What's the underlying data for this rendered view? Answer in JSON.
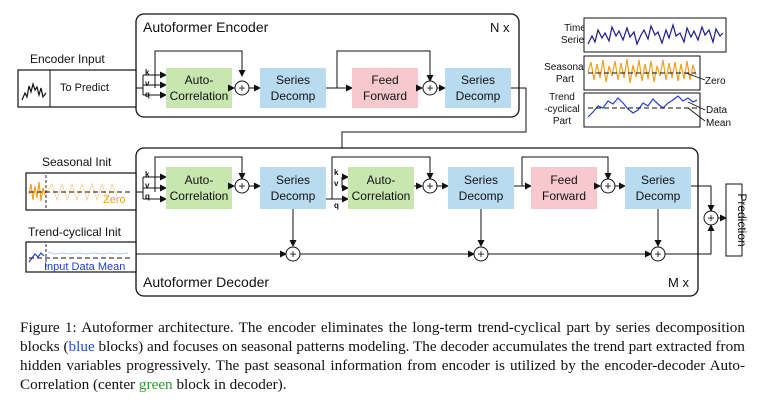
{
  "encoder": {
    "title": "Autoformer Encoder",
    "repeat": "N x",
    "input_label": "Encoder Input",
    "input_box_text": "To Predict",
    "blocks": [
      {
        "line1": "Auto-",
        "line2": "Correlation"
      },
      {
        "line1": "Series",
        "line2": "Decomp"
      },
      {
        "line1": "Feed",
        "line2": "Forward"
      },
      {
        "line1": "Series",
        "line2": "Decomp"
      }
    ],
    "ports": [
      "k",
      "v",
      "q"
    ]
  },
  "decoder": {
    "title": "Autoformer Decoder",
    "repeat": "M x",
    "seasonal_init_label": "Seasonal Init",
    "seasonal_init_text": "Zero",
    "trend_init_label": "Trend-cyclical Init",
    "trend_init_text": "Input Data Mean",
    "blocks": [
      {
        "line1": "Auto-",
        "line2": "Correlation"
      },
      {
        "line1": "Series",
        "line2": "Decomp"
      },
      {
        "line1": "Auto-",
        "line2": "Correlation"
      },
      {
        "line1": "Series",
        "line2": "Decomp"
      },
      {
        "line1": "Feed",
        "line2": "Forward"
      },
      {
        "line1": "Series",
        "line2": "Decomp"
      }
    ],
    "ports": [
      "k",
      "v",
      "q"
    ],
    "output_label": "Prediction"
  },
  "legend": {
    "time_series_1": "Time",
    "time_series_2": "Series",
    "seasonal_1": "Seasonal",
    "seasonal_2": "Part",
    "seasonal_zero": "Zero",
    "trend_1": "Trend",
    "trend_2": "-cyclical",
    "trend_3": "Part",
    "trend_data": "Data",
    "trend_mean": "Mean"
  },
  "colors": {
    "autocorrelation": "#c8e6b0",
    "series_decomp": "#b8dbef",
    "feed_forward": "#f7c9cf",
    "time_series_line": "#1a1a8a",
    "seasonal_line": "#f0a020",
    "trend_line": "#1f3fd0"
  },
  "caption": {
    "part1": "Figure 1: Autoformer architecture. The encoder eliminates the long-term trend-cyclical part by series decomposition blocks (",
    "blue_word": "blue",
    "part2": " blocks) and focuses on seasonal patterns modeling. The decoder accumulates the trend part extracted from hidden variables progressively. The past seasonal information from encoder is utilized by the encoder-decoder Auto-Correlation (center ",
    "green_word": "green",
    "part3": " block in decoder)."
  }
}
